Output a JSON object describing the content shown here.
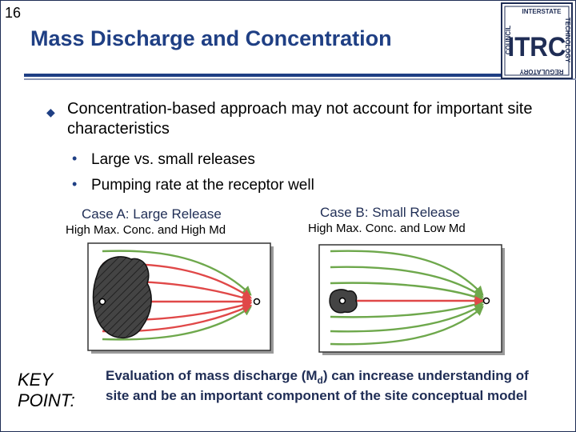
{
  "slide": {
    "number": "16",
    "title": "Mass Discharge and Concentration"
  },
  "logo": {
    "main": "ITRC",
    "top": "INTERSTATE",
    "right": "TECHNOLOGY",
    "bottom": "REGULATORY",
    "left": "COUNCIL",
    "colors": {
      "primary": "#1f2d55",
      "background": "#ffffff"
    }
  },
  "bullets": {
    "main": "Concentration-based approach may not account for important site characteristics",
    "subs": [
      "Large vs. small releases",
      "Pumping rate at the receptor well"
    ]
  },
  "cases": [
    {
      "title": "Case A: Large Release",
      "subtitle": "High Max. Conc. and High Md"
    },
    {
      "title": "Case B: Small Release",
      "subtitle": "High Max. Conc. and Low Md"
    }
  ],
  "key_point": {
    "label": "KEY POINT:",
    "text_before": "Evaluation of mass discharge (M",
    "text_sub": "d",
    "text_after": ") can increase understanding of site and be an important component of the site conceptual model"
  },
  "colors": {
    "title": "#1f3f84",
    "flow_green": "#6ea84c",
    "flow_red": "#e04848",
    "source_fill": "#444444"
  }
}
